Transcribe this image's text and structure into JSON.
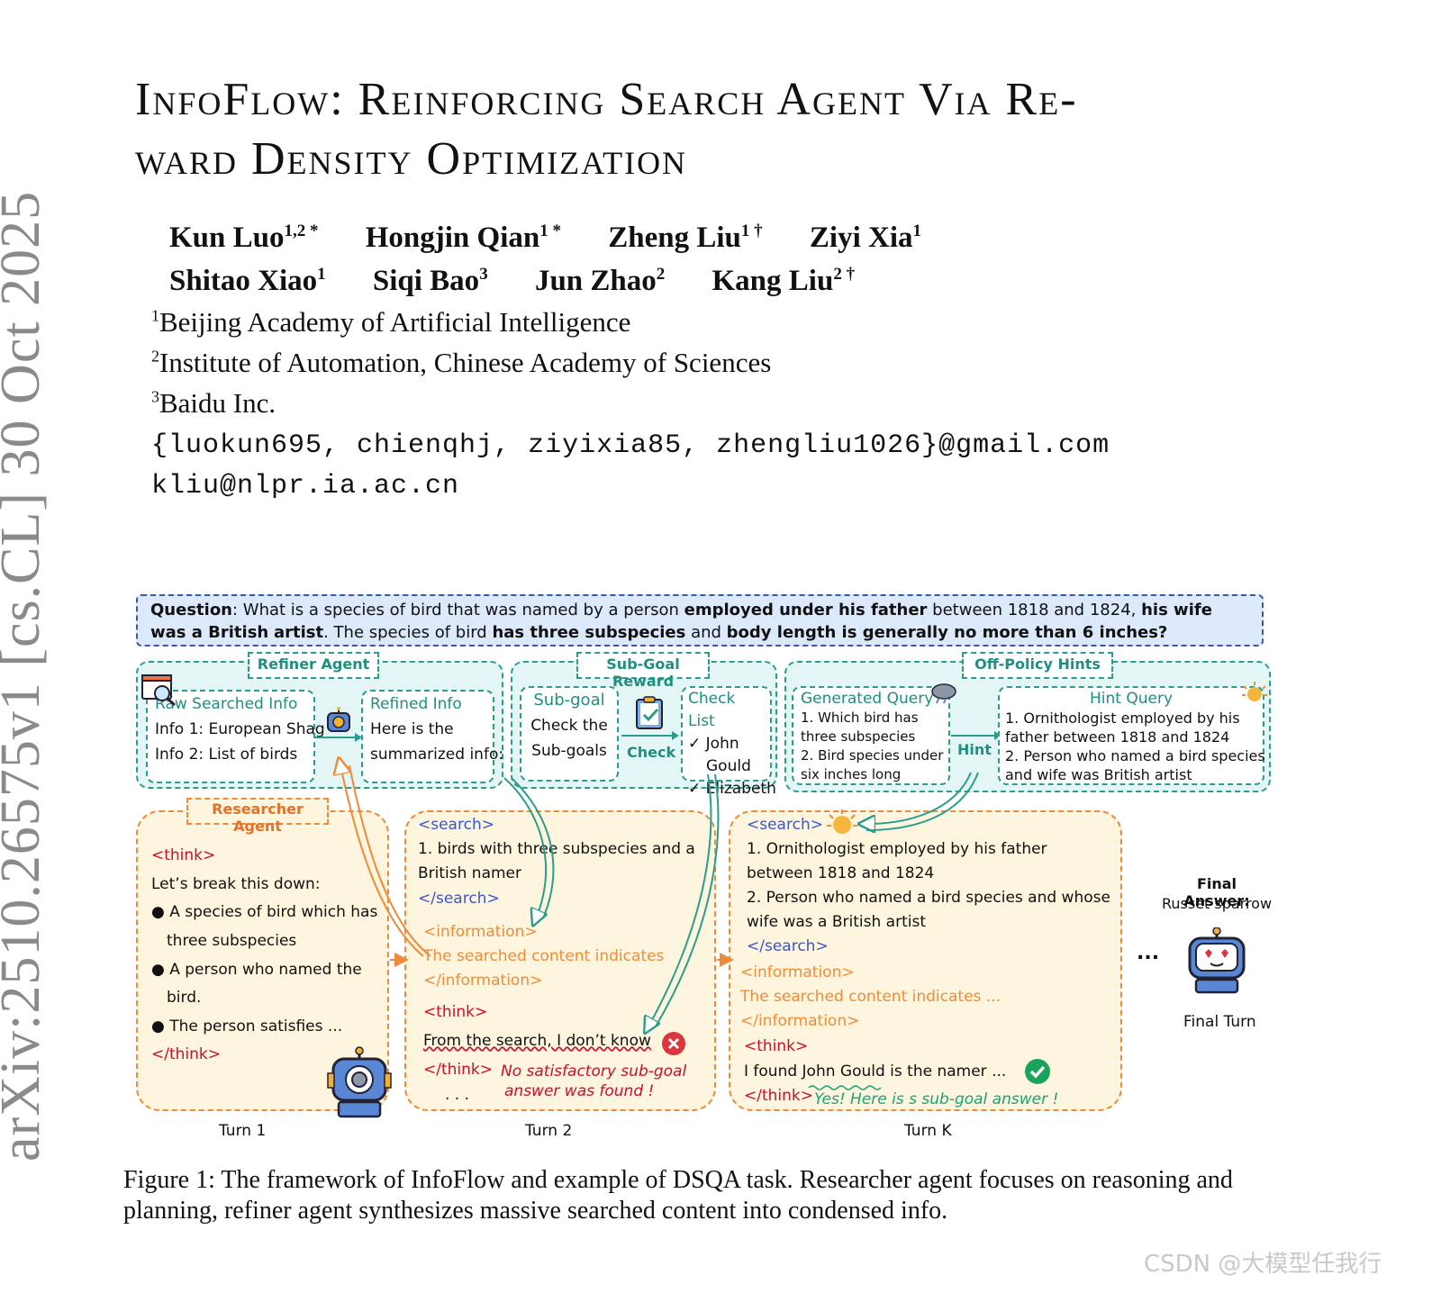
{
  "arxiv_stamp": "arXiv:2510.26575v1  [cs.CL]  30 Oct 2025",
  "title": {
    "line1": "InfoFlow:  Reinforcing Search Agent Via Re-",
    "line2": "ward Density Optimization"
  },
  "authors": [
    {
      "name": "Kun Luo",
      "sup": "1,2 *"
    },
    {
      "name": "Hongjin Qian",
      "sup": "1 *"
    },
    {
      "name": "Zheng Liu",
      "sup": "1 †"
    },
    {
      "name": "Ziyi Xia",
      "sup": "1"
    },
    {
      "name": "Shitao Xiao",
      "sup": "1"
    },
    {
      "name": "Siqi Bao",
      "sup": "3"
    },
    {
      "name": "Jun Zhao",
      "sup": "2"
    },
    {
      "name": "Kang Liu",
      "sup": "2 †"
    }
  ],
  "affiliations": [
    {
      "sup": "1",
      "text": "Beijing Academy of Artificial Intelligence"
    },
    {
      "sup": "2",
      "text": "Institute of Automation, Chinese Academy of Sciences"
    },
    {
      "sup": "3",
      "text": "Baidu Inc."
    }
  ],
  "emails": [
    "{luokun695, chienqhj, ziyixia85, zhengliu1026}@gmail.com",
    "kliu@nlpr.ia.ac.cn"
  ],
  "figure": {
    "question": {
      "label": "Question",
      "p1": ": What is a species of bird that was named by a person ",
      "b1": "employed under his father",
      "p2": " between 1818 and 1824, ",
      "b2": "his wife was a British",
      "b3": "artist",
      "p3": ". The species of bird ",
      "b4": "has three subspecies",
      "p4": " and ",
      "b5": "body length is generally no more than 6 inches?"
    },
    "refiner": {
      "tab": "Refiner Agent",
      "raw_title": "Raw Searched Info",
      "raw_1": "Info 1: European Shag",
      "raw_2": "Info 2: List of birds",
      "refined_title": "Refined Info",
      "refined_1": "Here is the",
      "refined_2": "summarized info:"
    },
    "subgoal": {
      "tab": "Sub-Goal Reward",
      "title": "Sub-goal",
      "l1": "Check the",
      "l2": "Sub-goals",
      "check": "Check",
      "list_title": "Check List",
      "item1a": "✓ John",
      "item1b": "Gould",
      "item2": "✓ Elizabeth"
    },
    "offpolicy": {
      "tab": "Off-Policy Hints",
      "gen_title": "Generated Query",
      "g1": "1. Which bird has",
      "g2": "three subspecies",
      "g3": "2. Bird species under",
      "g4": "six inches long",
      "hint": "Hint",
      "hint_title": "Hint Query",
      "h1": "1. Ornithologist employed by his",
      "h2": "father between 1818 and 1824",
      "h3": "2. Person who named a bird species",
      "h4": "and wife was  British artist"
    },
    "turn1": {
      "tab": "Researcher Agent",
      "think_open": "<think>",
      "l1": "Let’s break this down:",
      "b1a": "● A species of bird which has",
      "b1b": "three subspecies",
      "b2a": "● A person who named the",
      "b2b": "bird.",
      "b3": "● The person satisfies ...",
      "think_close": "</think>",
      "label": "Turn 1"
    },
    "turn2": {
      "search_open": "<search>",
      "s1": "1. birds with three subspecies and a",
      "s2": "British namer",
      "search_close": "</search>",
      "info_open": "<information>",
      "info": "The searched content indicates",
      "info_close": "</information>",
      "think_open": "<think>",
      "t1": "From the search, I don’t know",
      "think_close": "</think>",
      "fail1": "No satisfactory sub-goal",
      "fail2": "answer was found !",
      "dots": ". . .",
      "label": "Turn 2"
    },
    "turnk": {
      "search_open": "<search>",
      "s1": "1. Ornithologist employed by his father",
      "s2": "between 1818 and 1824",
      "s3": "2. Person who named a bird species and whose",
      "s4": "wife was a British artist",
      "search_close": "</search>",
      "info_open": "<information>",
      "info": "The searched content indicates ...",
      "info_close": "</information>",
      "think_open": "<think>",
      "t1": "I found John Gould is the namer ...",
      "think_close": "</think>",
      "yes": "Yes! Here is s sub-goal answer !",
      "label": "Turn K"
    },
    "ellipsis": "...",
    "final": {
      "title": "Final Answer:",
      "answer": "Russet sparrow",
      "label": "Final Turn"
    }
  },
  "caption": {
    "label": "Figure 1:",
    "text": " The framework of InfoFlow and example of DSQA task. Researcher agent focuses on reasoning and planning, refiner agent synthesizes massive searched content into condensed info."
  },
  "watermark": "CSDN @大模型任我行"
}
